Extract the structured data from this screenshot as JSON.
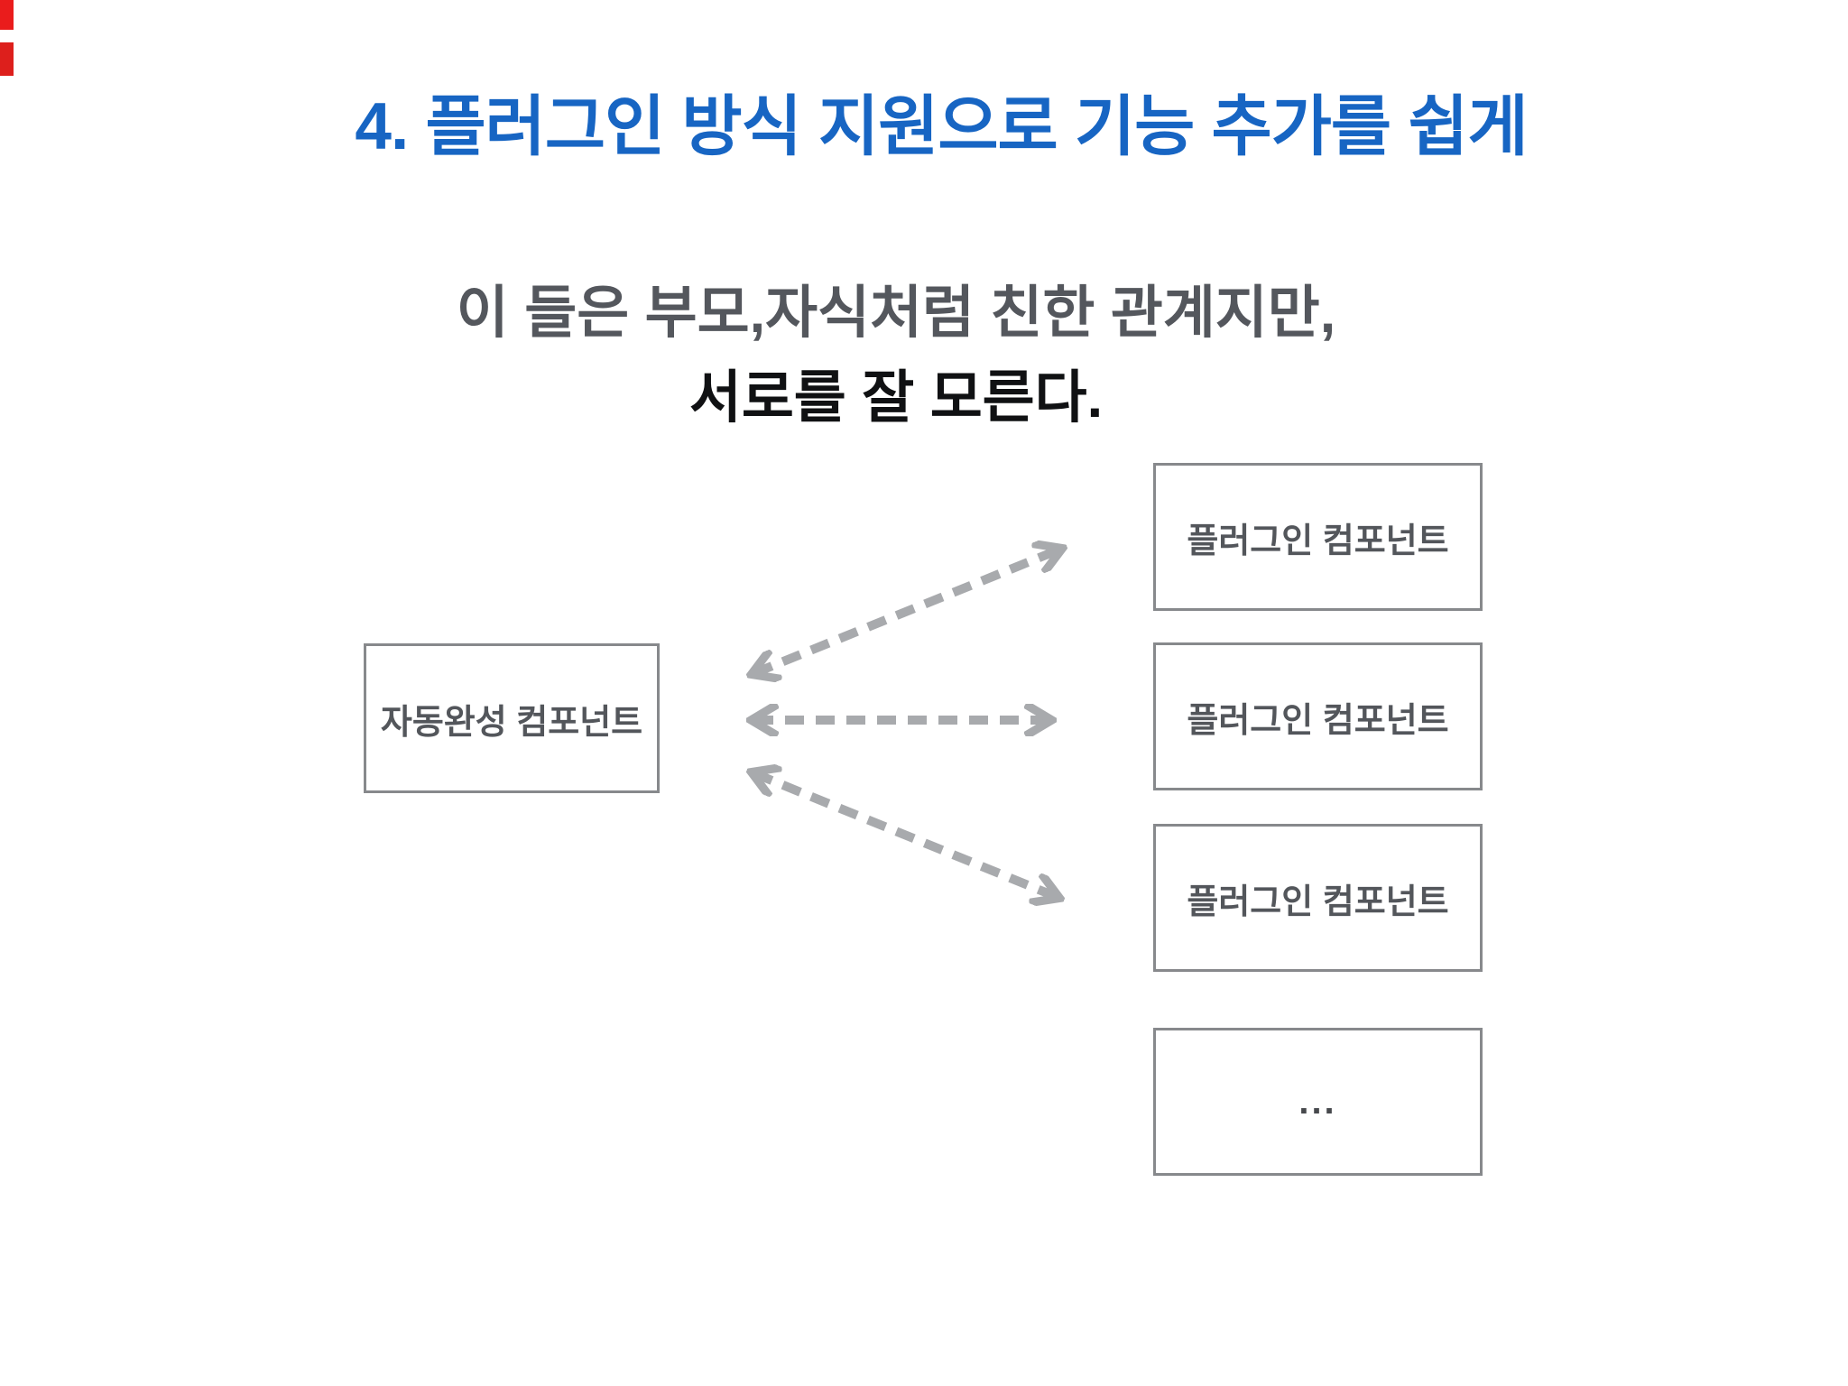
{
  "title": {
    "text": "4. 플러그인 방식 지원으로 기능 추가를 쉽게",
    "color": "#1765c3"
  },
  "subtitle": {
    "line1": "이 들은 부모,자식처럼 친한 관계지만,",
    "line1_color": "#54575d",
    "line2": "서로를 잘 모른다.",
    "line2_color": "#101113"
  },
  "diagram": {
    "source_box": {
      "label": "자동완성 컴포넌트"
    },
    "plugin_boxes": [
      {
        "label": "플러그인 컴포넌트"
      },
      {
        "label": "플러그인 컴포넌트"
      },
      {
        "label": "플러그인 컴포넌트"
      },
      {
        "label": "..."
      }
    ],
    "box_border_color": "#87898c",
    "box_text_color": "#53565b",
    "arrow_color": "#a8aaad",
    "arrow_style": "dashed, double-headed",
    "arrow_count": 3
  },
  "decorations": {
    "red_marker_color": "#ea1c1c"
  },
  "page": {
    "background": "#ffffff"
  }
}
